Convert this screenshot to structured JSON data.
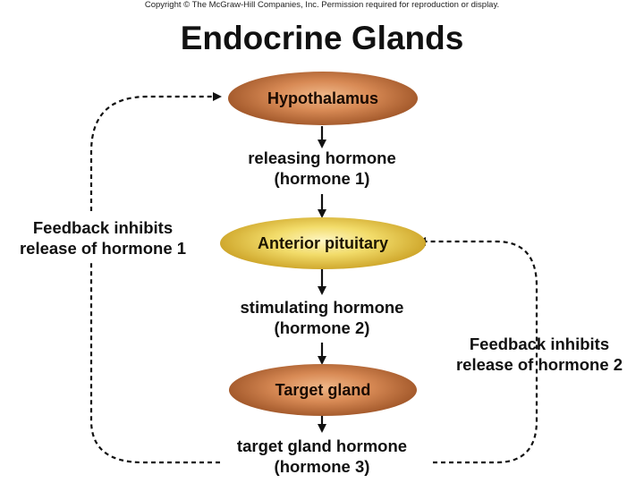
{
  "copyright": "Copyright © The McGraw-Hill Companies, Inc. Permission required for reproduction or display.",
  "title": "Endocrine Glands",
  "nodes": {
    "hypothalamus": "Hypothalamus",
    "anterior_pituitary": "Anterior pituitary",
    "target_gland": "Target gland"
  },
  "hormones": {
    "h1_line1": "releasing hormone",
    "h1_line2": "(hormone 1)",
    "h2_line1": "stimulating hormone",
    "h2_line2": "(hormone 2)",
    "h3_line1": "target gland hormone",
    "h3_line2": "(hormone 3)"
  },
  "feedback": {
    "left_line1": "Feedback inhibits",
    "left_line2": "release of hormone 1",
    "right_line1": "Feedback inhibits",
    "right_line2": "release of hormone 2"
  }
}
